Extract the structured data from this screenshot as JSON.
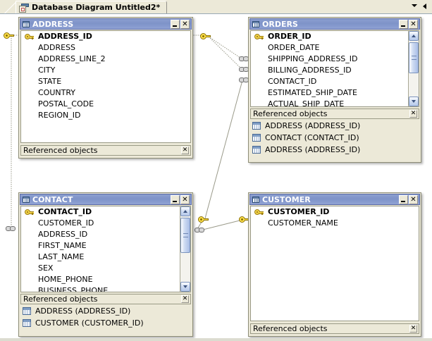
{
  "tab": {
    "title": "Database Diagram Untitled2*",
    "icon": "diagram-icon",
    "dropdown_icon": "chevron-down-icon",
    "scroll_icon": "scroll-left-icon"
  },
  "window_controls": {
    "minimize_label": "_",
    "close_label": "✕"
  },
  "referenced_objects_label": "Referenced objects",
  "ref_close_label": "✕",
  "tables": [
    {
      "id": "address",
      "title": "ADDRESS",
      "columns": [
        {
          "name": "ADDRESS_ID",
          "pk": true
        },
        {
          "name": "ADDRESS",
          "pk": false
        },
        {
          "name": "ADDRESS_LINE_2",
          "pk": false
        },
        {
          "name": "CITY",
          "pk": false
        },
        {
          "name": "STATE",
          "pk": false
        },
        {
          "name": "COUNTRY",
          "pk": false
        },
        {
          "name": "POSTAL_CODE",
          "pk": false
        },
        {
          "name": "REGION_ID",
          "pk": false
        }
      ],
      "referenced_objects": []
    },
    {
      "id": "orders",
      "title": "ORDERS",
      "columns": [
        {
          "name": "ORDER_ID",
          "pk": true
        },
        {
          "name": "ORDER_DATE",
          "pk": false
        },
        {
          "name": "SHIPPING_ADDRESS_ID",
          "pk": false
        },
        {
          "name": "BILLING_ADDRESS_ID",
          "pk": false
        },
        {
          "name": "CONTACT_ID",
          "pk": false
        },
        {
          "name": "ESTIMATED_SHIP_DATE",
          "pk": false
        },
        {
          "name": "ACTUAL_SHIP_DATE",
          "pk": false
        }
      ],
      "referenced_objects": [
        "ADDRESS (ADDRESS_ID)",
        "CONTACT (CONTACT_ID)",
        "ADDRESS (ADDRESS_ID)"
      ]
    },
    {
      "id": "contact",
      "title": "CONTACT",
      "columns": [
        {
          "name": "CONTACT_ID",
          "pk": true
        },
        {
          "name": "CUSTOMER_ID",
          "pk": false
        },
        {
          "name": "ADDRESS_ID",
          "pk": false
        },
        {
          "name": "FIRST_NAME",
          "pk": false
        },
        {
          "name": "LAST_NAME",
          "pk": false
        },
        {
          "name": "SEX",
          "pk": false
        },
        {
          "name": "HOME_PHONE",
          "pk": false
        },
        {
          "name": "BUSINESS_PHONE",
          "pk": false
        }
      ],
      "referenced_objects": [
        "ADDRESS (ADDRESS_ID)",
        "CUSTOMER (CUSTOMER_ID)"
      ]
    },
    {
      "id": "customer",
      "title": "CUSTOMER",
      "columns": [
        {
          "name": "CUSTOMER_ID",
          "pk": true
        },
        {
          "name": "CUSTOMER_NAME",
          "pk": false
        }
      ],
      "referenced_objects": []
    }
  ],
  "colors": {
    "title_bar": "#8290c4",
    "window_face": "#ece9d8",
    "canvas": "#ffffff",
    "key_yellow": "#ffe14d",
    "relationship_line": "#9a9a8a"
  }
}
